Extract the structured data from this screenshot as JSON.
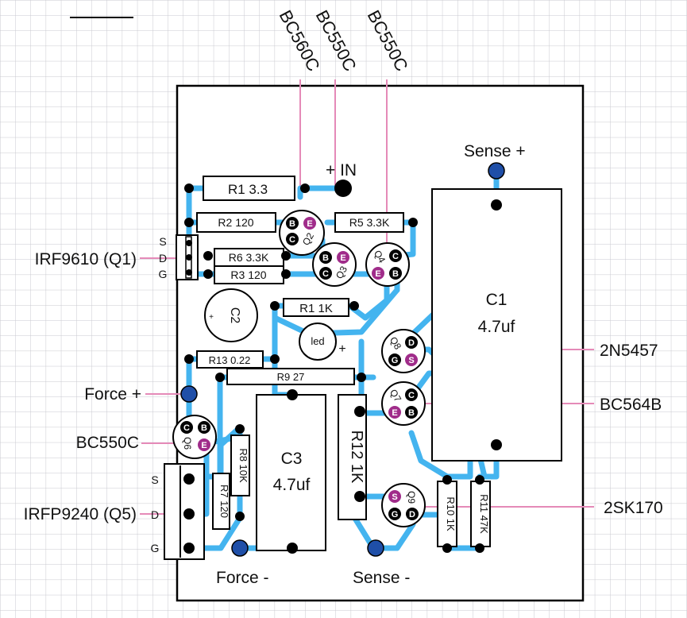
{
  "external_labels": {
    "bc560c": "BC560C",
    "bc550c_top1": "BC550C",
    "bc550c_top2": "BC550C",
    "irf9610": "IRF9610 (Q1)",
    "force_plus": "Force +",
    "bc550c_left": "BC550C",
    "irfp9240": "IRFP9240 (Q5)",
    "n2n5457": "2N5457",
    "bc564b": "BC564B",
    "sk170": "2SK170",
    "sense_plus": "Sense +",
    "force_minus": "Force -",
    "sense_minus": "Sense -",
    "in_plus": "+ IN"
  },
  "resistors": {
    "r1_top": "R1 3.3",
    "r2": "R2 120",
    "r5": "R5 3.3K",
    "r6": "R6 3.3K",
    "r3": "R3 120",
    "r1_mid": "R1 1K",
    "r13": "R13 0.22",
    "r9": "R9 27",
    "r12": "R12 1K",
    "r8": "R8 10K",
    "r7": "R7 120",
    "r10": "R10 1K",
    "r11": "R11 47K"
  },
  "capacitors": {
    "c1_name": "C1",
    "c1_value": "4.7uf",
    "c2_name": "C2",
    "c2_mark": "+",
    "c3_name": "C3",
    "c3_value": "4.7uf"
  },
  "led": {
    "label": "led",
    "polarity": "+"
  },
  "transistors": {
    "q2": "Q2",
    "q3": "Q3",
    "q4": "Q4",
    "q6": "Q6",
    "q7": "Q7",
    "q8": "Q8",
    "q9": "Q9"
  },
  "pins": {
    "b": "B",
    "c": "C",
    "e": "E",
    "d": "D",
    "s": "S",
    "g": "G"
  },
  "colors": {
    "trace": "#44b4ef",
    "leader": "#e58ab8",
    "pad_blue": "#1f4fa8",
    "emitter_pin": "#a02c8a"
  }
}
